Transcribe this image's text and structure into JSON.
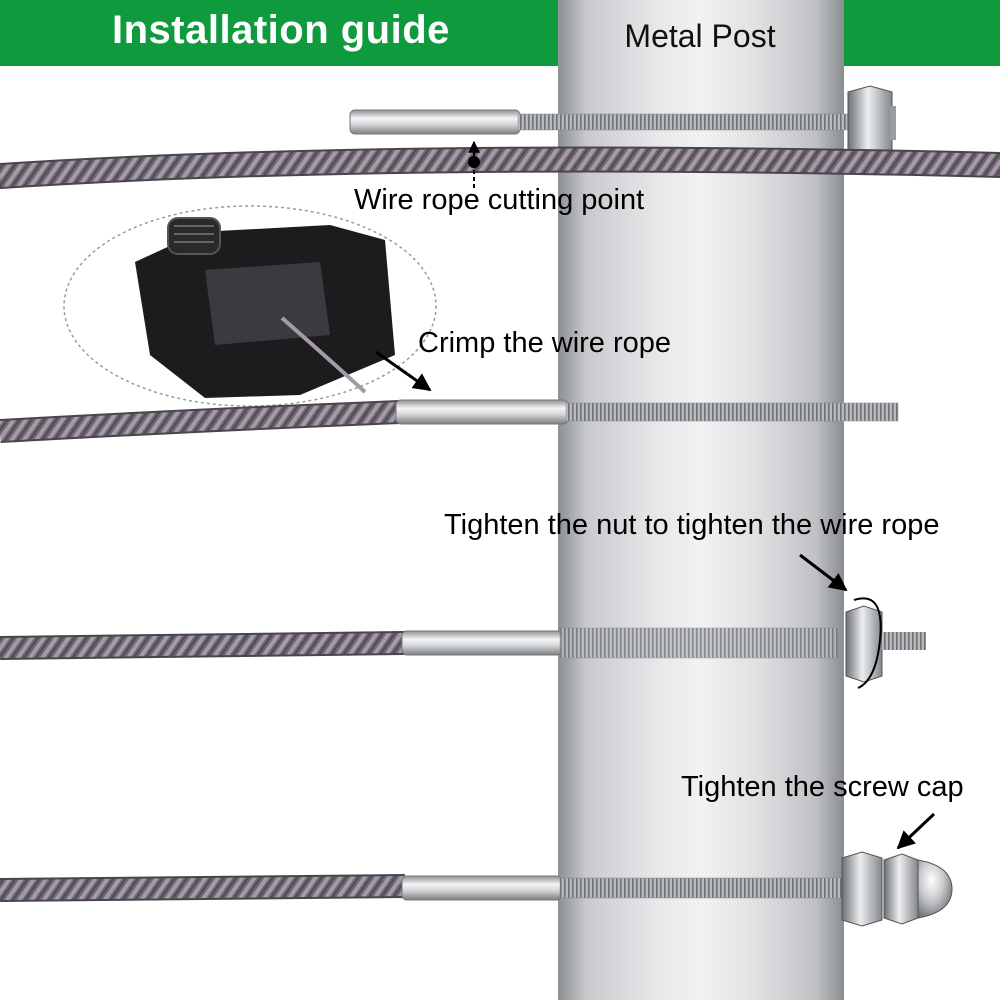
{
  "header": {
    "title": "Installation guide"
  },
  "post": {
    "label": "Metal Post"
  },
  "steps": [
    {
      "label": "Wire rope cutting point"
    },
    {
      "label": "Crimp the wire rope"
    },
    {
      "label": "Tighten the nut to tighten the wire rope"
    },
    {
      "label": "Tighten the screw cap"
    }
  ],
  "colors": {
    "header_bg": "#0f9a3e",
    "cable": "#6d6570",
    "metal": "#c9cbce",
    "tool": "#1c1c1e",
    "arrow": "#000000"
  }
}
